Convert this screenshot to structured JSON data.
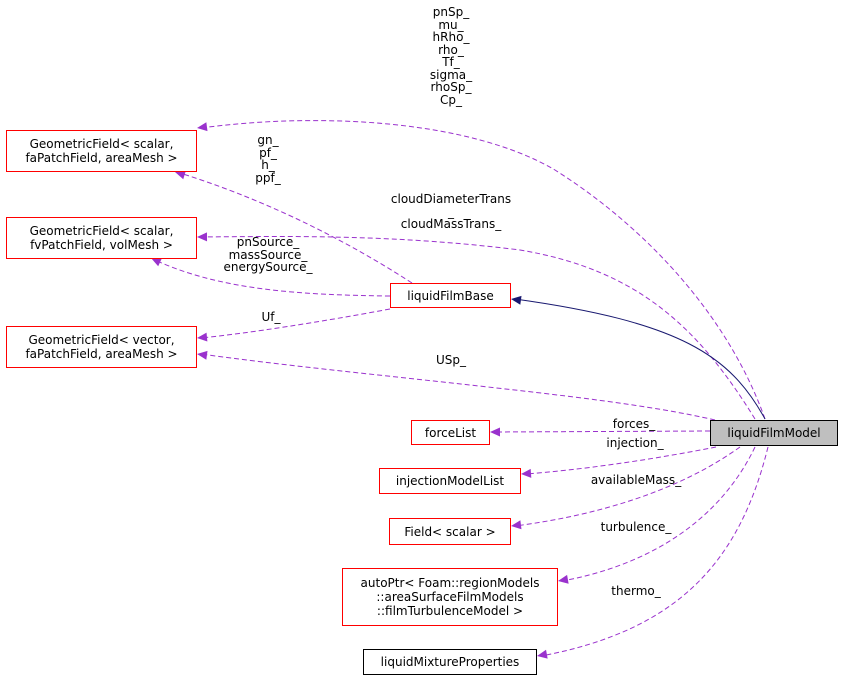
{
  "colors": {
    "inheritance_edge": "#191970",
    "usage_edge": "#9a32cd",
    "node_border_linked": "#ff0000",
    "node_border_plain": "#000000",
    "main_fill": "#bfbfbf"
  },
  "nodes": {
    "geom_scalar_fa": {
      "lines": [
        "GeometricField< scalar,",
        "faPatchField, areaMesh >"
      ]
    },
    "geom_scalar_fv": {
      "lines": [
        "GeometricField< scalar,",
        "fvPatchField, volMesh >"
      ]
    },
    "geom_vector_fa": {
      "lines": [
        "GeometricField< vector,",
        "faPatchField, areaMesh >"
      ]
    },
    "liquid_film_base": {
      "lines": [
        "liquidFilmBase"
      ]
    },
    "force_list": {
      "lines": [
        "forceList"
      ]
    },
    "injection_model_list": {
      "lines": [
        "injectionModelList"
      ]
    },
    "field_scalar": {
      "lines": [
        "Field< scalar >"
      ]
    },
    "auto_ptr_turbulence": {
      "lines": [
        "autoPtr< Foam::regionModels",
        "::areaSurfaceFilmModels",
        "::filmTurbulenceModel >"
      ]
    },
    "liquid_mixture_properties": {
      "lines": [
        "liquidMixtureProperties"
      ]
    },
    "liquid_film_model": {
      "lines": [
        "liquidFilmModel"
      ]
    }
  },
  "edge_labels": {
    "scalar_fa_from_model": [
      "pnSp_",
      "mu_",
      "hRho_",
      "rho_",
      "Tf_",
      "sigma_",
      "rhoSp_",
      "Cp_"
    ],
    "scalar_fa_from_base": [
      "gn_",
      "pf_",
      "h_",
      "ppf_"
    ],
    "scalar_fv_from_model": [
      "cloudDiameterTrans",
      "_",
      "cloudMassTrans_"
    ],
    "scalar_fv_from_base": [
      "pnSource_",
      "massSource_",
      "energySource_"
    ],
    "vector_fa_from_base": [
      "Uf_"
    ],
    "vector_fa_from_model": [
      "USp_"
    ],
    "forces": [
      "forces_"
    ],
    "injection": [
      "injection_"
    ],
    "available_mass": [
      "availableMass_"
    ],
    "turbulence": [
      "turbulence_"
    ],
    "thermo": [
      "thermo_"
    ]
  }
}
